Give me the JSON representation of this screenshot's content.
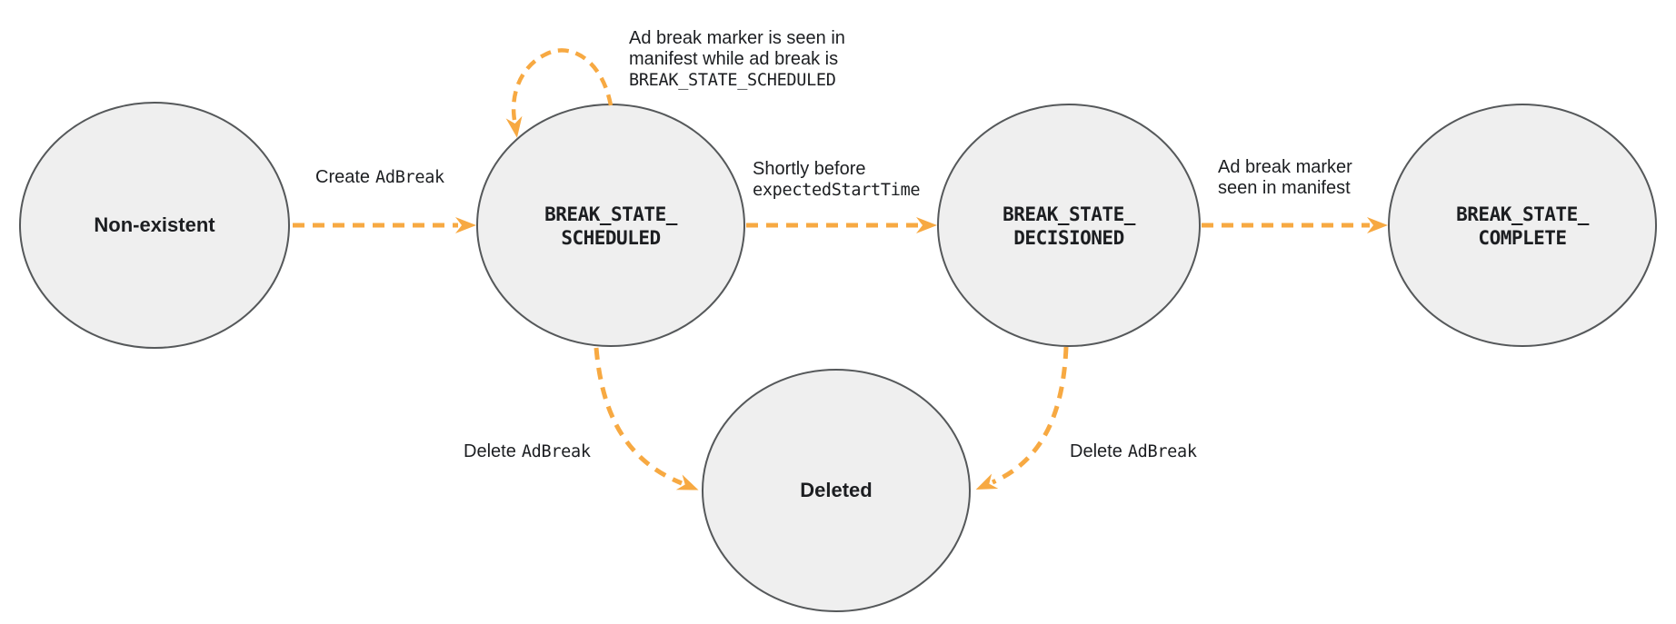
{
  "colors": {
    "accent": "#F7A942",
    "node_fill": "#EFEFEF",
    "node_stroke": "#55585A",
    "text": "#1C1E21"
  },
  "states": {
    "non_existent": {
      "label": "Non-existent"
    },
    "scheduled": {
      "line1": "BREAK_STATE_",
      "line2": "SCHEDULED"
    },
    "decisioned": {
      "line1": "BREAK_STATE_",
      "line2": "DECISIONED"
    },
    "complete": {
      "line1": "BREAK_STATE_",
      "line2": "COMPLETE"
    },
    "deleted": {
      "label": "Deleted"
    }
  },
  "transitions": {
    "create": {
      "action": "Create",
      "code": "AdBreak"
    },
    "self_loop": {
      "line1": "Ad break marker is seen in",
      "line2": "manifest while ad break is",
      "code": "BREAK_STATE_SCHEDULED"
    },
    "decision": {
      "line1": "Shortly before",
      "code": "expectedStartTime"
    },
    "complete": {
      "line1": "Ad break marker",
      "line2": "seen in manifest"
    },
    "delete_from_scheduled": {
      "action": "Delete",
      "code": "AdBreak"
    },
    "delete_from_decisioned": {
      "action": "Delete",
      "code": "AdBreak"
    }
  }
}
